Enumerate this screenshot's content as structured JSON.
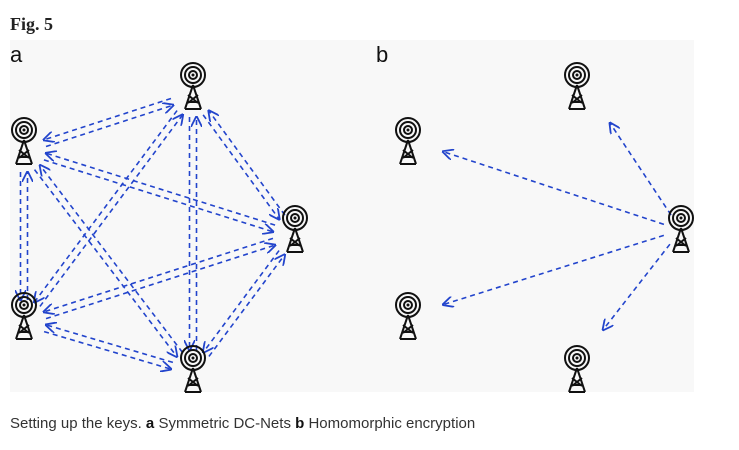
{
  "figure": {
    "title": "Fig. 5",
    "caption_a_label": "a",
    "caption_a_text": "Symmetric DC-Nets",
    "caption_b_label": "b",
    "caption_b_text": "Homomorphic encryption",
    "caption_prefix": "Setting up the keys."
  },
  "panels": [
    {
      "label": "a",
      "description_nodes": [
        "tower-1",
        "tower-2",
        "tower-3",
        "tower-4",
        "tower-5"
      ],
      "edges": "all-pairs",
      "bidirectional": true
    },
    {
      "label": "b",
      "description_nodes": [
        "hub",
        "tower-1",
        "tower-2",
        "tower-3",
        "tower-4"
      ],
      "edges": "hub-to-all",
      "bidirectional": false
    }
  ],
  "colors": {
    "arrow": "#2244cc",
    "tower": "#111111",
    "background": "#f8f8f8"
  },
  "icons": {
    "node": "radio-tower-icon"
  }
}
